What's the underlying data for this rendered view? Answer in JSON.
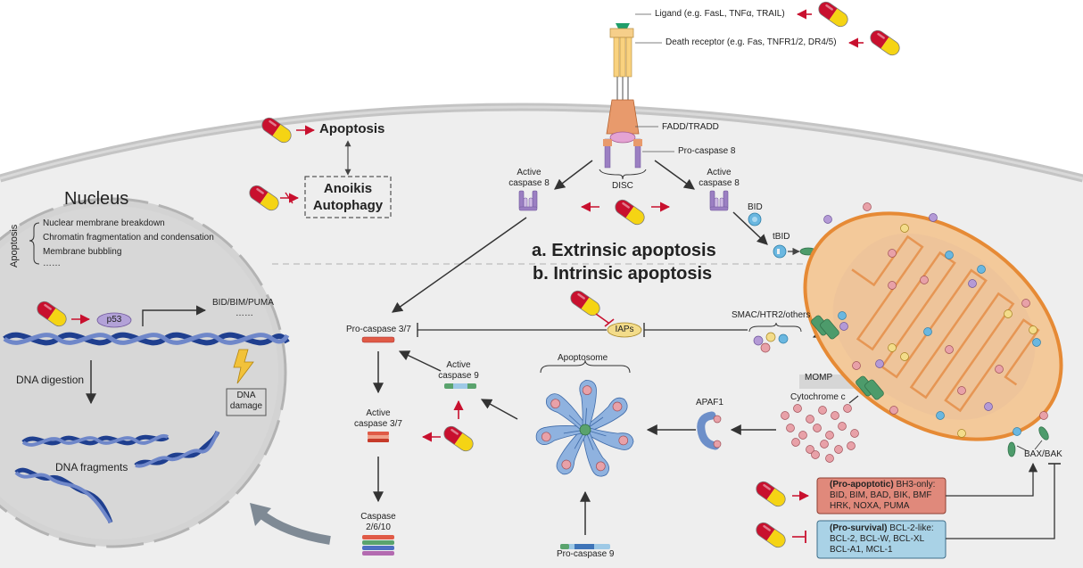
{
  "membrane": {
    "ligand": "Ligand (e.g. FasL, TNFα, TRAIL)",
    "receptor": "Death receptor (e.g. Fas, TNFR1/2, DR4/5)",
    "fadd": "FADD/TRADD",
    "procasp8": "Pro-caspase 8",
    "disc": "DISC",
    "active8_left": "Active caspase 8",
    "active8_right": "Active caspase 8",
    "bid": "BID",
    "tbid": "tBID"
  },
  "top": {
    "apoptosis": "Apoptosis",
    "anoikis": "Anoikis",
    "autophagy": "Autophagy"
  },
  "pathways": {
    "extrinsic": "a. Extrinsic apoptosis",
    "intrinsic": "b. Intrinsic apoptosis"
  },
  "nucleus": {
    "title": "Nucleus",
    "apoptosis_side": "Apoptosis",
    "features": [
      "Nuclear membrane breakdown",
      "Chromatin fragmentation and condensation",
      "Membrane bubbling",
      "……"
    ],
    "p53": "p53",
    "targets": "BID/BIM/PUMA",
    "targets_more": "……",
    "dna_damage": "DNA damage",
    "dna_digestion": "DNA digestion",
    "dna_fragments": "DNA fragments"
  },
  "cascade": {
    "procasp37": "Pro-caspase 3/7",
    "iaps": "IAPs",
    "smac": "SMAC/HTR2/others",
    "active9": "Active caspase 9",
    "active37": "Active caspase 3/7",
    "caspase2610": "Caspase 2/6/10",
    "apoptosome": "Apoptosome",
    "apaf1": "APAF1",
    "procasp9": "Pro-caspase 9",
    "momp": "MOMP",
    "cytochrome": "Cytochrome c",
    "baxbak": "BAX/BAK"
  },
  "bcl2": {
    "pro_apoptotic_title": "(Pro-apoptotic)",
    "pro_apoptotic_sub": "BH3-only:",
    "pro_apoptotic_line1": "BID, BIM, BAD, BIK, BMF",
    "pro_apoptotic_line2": "HRK, NOXA, PUMA",
    "pro_survival_title": "(Pro-survival)",
    "pro_survival_sub": "BCL-2-like:",
    "pro_survival_line1": "BCL-2, BCL-W, BCL-XL",
    "pro_survival_line2": "BCL-A1, MCL-1"
  },
  "colors": {
    "cytoplasm": "#eeeeee",
    "membrane": "#c7c7c7",
    "nucleus": "#d2d2d2",
    "mito_outer": "#f3cfa8",
    "mito_edge": "#e88b3a",
    "inhibit_red": "#c8102e",
    "pill_yellow": "#f5d414",
    "pill_red": "#c8102e",
    "pro_apoptotic_box": "#e0897b",
    "pro_survival_box": "#a9d2e6",
    "dna": "#1f3f8f"
  },
  "icons": [
    "drug-capsule-icon",
    "caspase-dimer-icon",
    "dna-helix-icon",
    "lightning-icon",
    "apoptosome-icon",
    "mitochondrion-icon"
  ]
}
